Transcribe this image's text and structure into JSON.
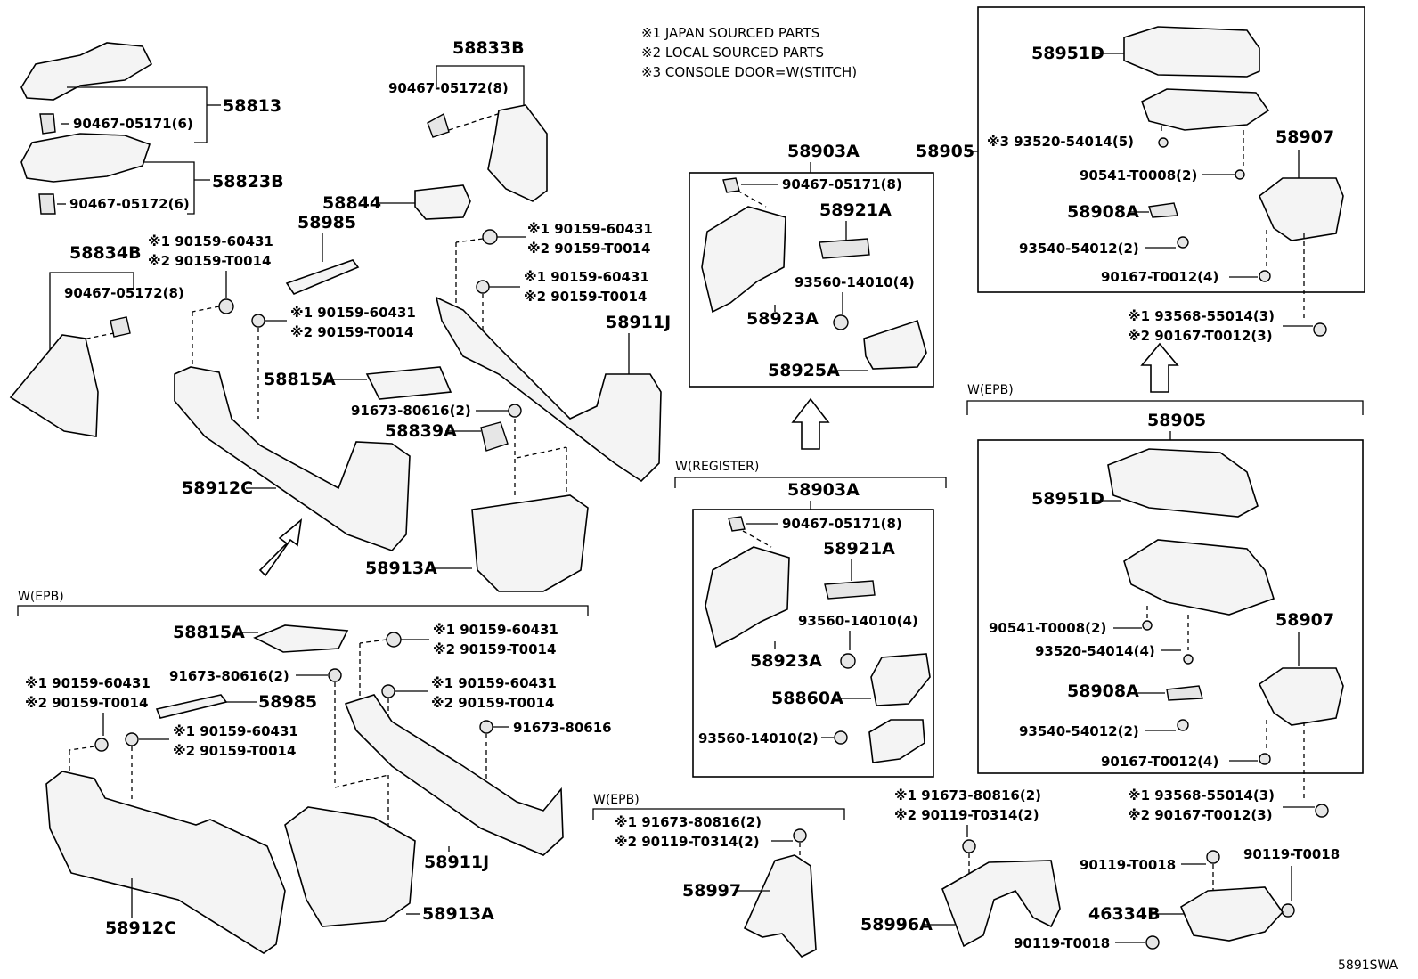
{
  "notes": [
    "※1 JAPAN SOURCED PARTS",
    "※2 LOCAL SOURCED PARTS",
    "※3 CONSOLE DOOR=W(STITCH)"
  ],
  "section_labels": {
    "w_epb_left": "W(EPB)",
    "w_register": "W(REGISTER)",
    "w_epb_right": "W(EPB)",
    "w_epb_bottom": "W(EPB)"
  },
  "diagram_code": "5891SWA",
  "parts": {
    "p58833B": "58833B",
    "p90467_05172_8a": "90467-05172(8)",
    "p58813": "58813",
    "p90467_05171_6": "90467-05171(6)",
    "p58823B": "58823B",
    "p90467_05172_6": "90467-05172(6)",
    "p58844": "58844",
    "p58985a": "58985",
    "p58834B": "58834B",
    "p90467_05172_8b": "90467-05172(8)",
    "n1_60431_a": "※1 90159-60431",
    "n2_T0014_a": "※2 90159-T0014",
    "n1_60431_b": "※1 90159-60431",
    "n2_T0014_b": "※2 90159-T0014",
    "n1_60431_c": "※1 90159-60431",
    "n2_T0014_c": "※2 90159-T0014",
    "n1_60431_d": "※1 90159-60431",
    "n2_T0014_d": "※2 90159-T0014",
    "p58911J_a": "58911J",
    "p58815A_a": "58815A",
    "p91673_80616_2a": "91673-80616(2)",
    "p58839A": "58839A",
    "p58912C_a": "58912C",
    "p58913A_a": "58913A",
    "p58903A_a": "58903A",
    "p90467_05171_8a": "90467-05171(8)",
    "p58921A_a": "58921A",
    "p93560_14010_4a": "93560-14010(4)",
    "p58923A_a": "58923A",
    "p58925A": "58925A",
    "p58905_a": "58905",
    "p58951D_a": "58951D",
    "n3_93520_5": "※3 93520-54014(5)",
    "p90541_T0008_2a": "90541-T0008(2)",
    "p58907_a": "58907",
    "p58908A_a": "58908A",
    "p93540_54012_2a": "93540-54012(2)",
    "p90167_T0012_4a": "90167-T0012(4)",
    "n1_93568_a": "※1 93568-55014(3)",
    "n2_90167_a": "※2 90167-T0012(3)",
    "p58905_b": "58905",
    "p58951D_b": "58951D",
    "p90541_T0008_2b": "90541-T0008(2)",
    "p93520_54014_4": "93520-54014(4)",
    "p58907_b": "58907",
    "p58908A_b": "58908A",
    "p93540_54012_2b": "93540-54012(2)",
    "p90167_T0012_4b": "90167-T0012(4)",
    "n1_93568_b": "※1 93568-55014(3)",
    "n2_90167_b": "※2 90167-T0012(3)",
    "p58903A_b": "58903A",
    "p90467_05171_8b": "90467-05171(8)",
    "p58921A_b": "58921A",
    "p93560_14010_4b": "93560-14010(4)",
    "p58923A_b": "58923A",
    "p58860A": "58860A",
    "p93560_14010_2": "93560-14010(2)",
    "p58815A_b": "58815A",
    "n1_60431_e": "※1 90159-60431",
    "n2_T0014_e": "※2 90159-T0014",
    "p91673_80616_2b": "91673-80616(2)",
    "p58985b": "58985",
    "n1_60431_f": "※1 90159-60431",
    "n2_T0014_f": "※2 90159-T0014",
    "n1_60431_g": "※1 90159-60431",
    "n2_T0014_g": "※2 90159-T0014",
    "n1_60431_h": "※1 90159-60431",
    "n2_T0014_h": "※2 90159-T0014",
    "p91673_80616": "91673-80616",
    "p58911J_b": "58911J",
    "p58912C_b": "58912C",
    "p58913A_b": "58913A",
    "n1_91673_80816_a": "※1 91673-80816(2)",
    "n2_90119_T0314_a": "※2 90119-T0314(2)",
    "p58997": "58997",
    "n1_91673_80816_b": "※1 91673-80816(2)",
    "n2_90119_T0314_b": "※2 90119-T0314(2)",
    "p58996A": "58996A",
    "p90119_T0018_a": "90119-T0018",
    "p90119_T0018_b": "90119-T0018",
    "p90119_T0018_c": "90119-T0018",
    "p46334B": "46334B"
  }
}
